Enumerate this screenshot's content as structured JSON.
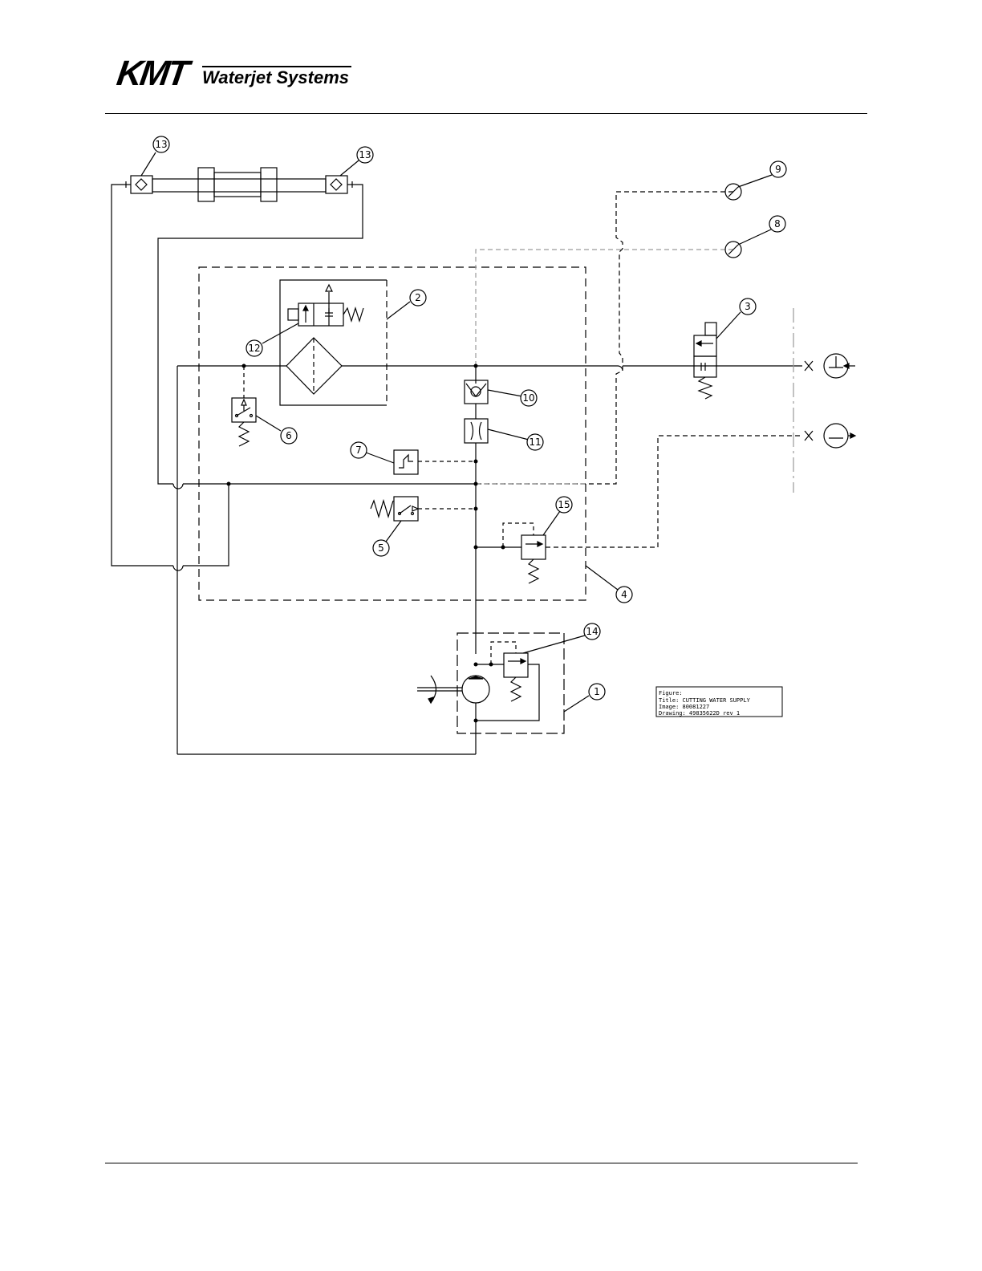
{
  "header": {
    "logo_mark": "KMT",
    "logo_text": "Waterjet Systems"
  },
  "callouts": {
    "c1": "1",
    "c2": "2",
    "c3": "3",
    "c4": "4",
    "c5": "5",
    "c6": "6",
    "c7": "7",
    "c8": "8",
    "c9": "9",
    "c10": "10",
    "c11": "11",
    "c12": "12",
    "c13a": "13",
    "c13b": "13",
    "c14": "14",
    "c15": "15"
  },
  "figure_box": {
    "line1": "Figure:",
    "line2": "Title:    CUTTING  WATER  SUPPLY",
    "line3": "Image:   80081227",
    "line4": "Drawing: 49835622D rev 1"
  },
  "colors": {
    "line": "#000000",
    "dashed_grey": "#9a9a9a"
  }
}
